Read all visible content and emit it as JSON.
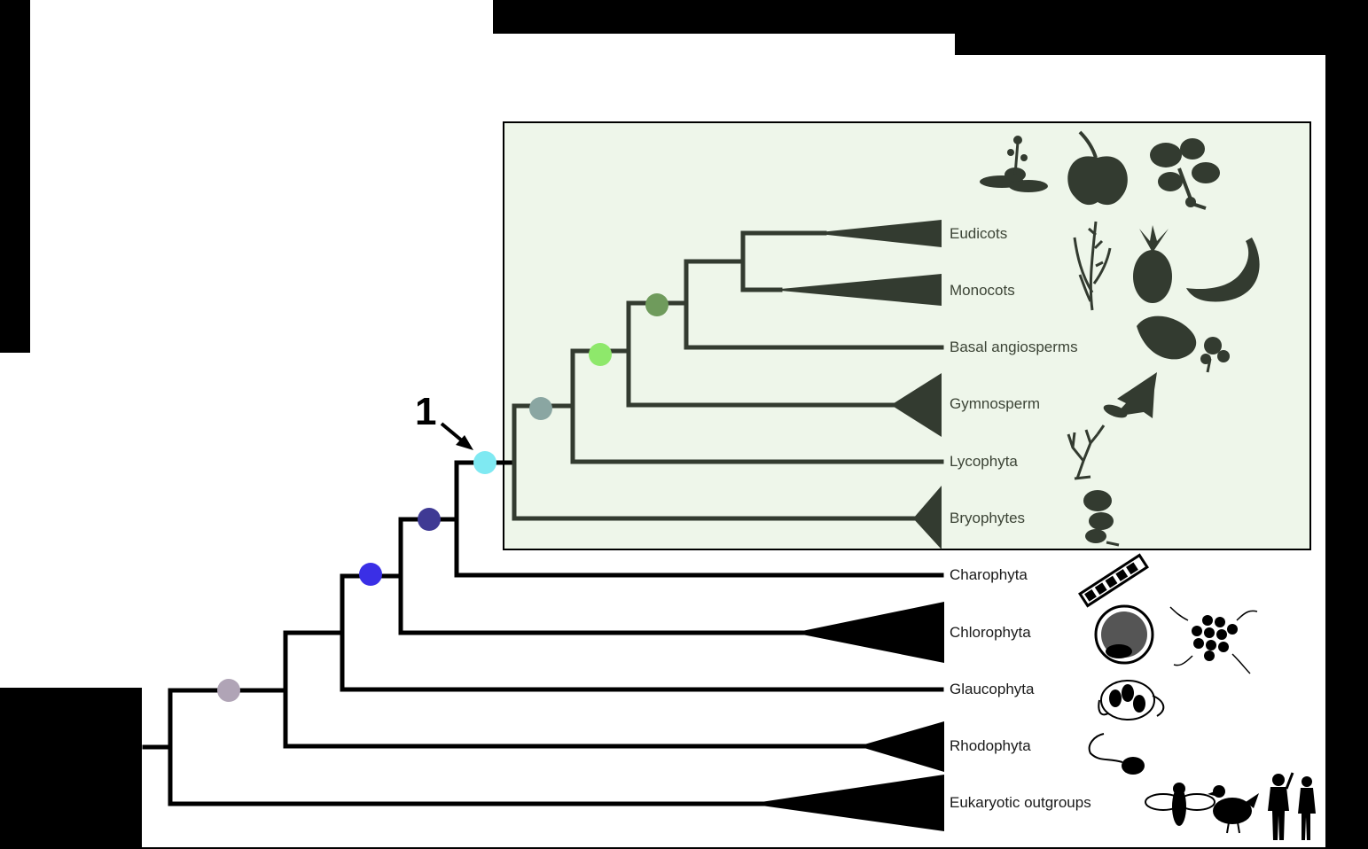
{
  "marker_label": "1",
  "taxa": [
    {
      "id": "eudicots",
      "label": "Eudicots"
    },
    {
      "id": "monocots",
      "label": "Monocots"
    },
    {
      "id": "basal-angiosperms",
      "label": "Basal angiosperms"
    },
    {
      "id": "gymnosperm",
      "label": "Gymnosperm"
    },
    {
      "id": "lycophyta",
      "label": "Lycophyta"
    },
    {
      "id": "bryophytes",
      "label": "Bryophytes"
    },
    {
      "id": "charophyta",
      "label": "Charophyta"
    },
    {
      "id": "chlorophyta",
      "label": "Chlorophyta"
    },
    {
      "id": "glaucophyta",
      "label": "Glaucophyta"
    },
    {
      "id": "rhodophyta",
      "label": "Rhodophyta"
    },
    {
      "id": "eukaryotic-outgroups",
      "label": "Eukaryotic outgroups"
    }
  ],
  "colors": {
    "plant_box_fill": "#eef6ea",
    "plant_branch": "#333b30",
    "algae_branch": "#000000",
    "node_viridiplantae": "#3a2fe6",
    "node_streptophyta": "#3f3a94",
    "node_embryophyta": "#7fe9f2",
    "node_tracheophyta": "#8aa6a2",
    "node_spermatophyta": "#8ee86b",
    "node_angiosperms": "#6f9b5c",
    "node_archaeplastida": "#b0a4b6"
  },
  "icons": [
    "arabidopsis-icon",
    "apple-icon",
    "strawberry-icon",
    "grass-icon",
    "pineapple-icon",
    "banana-icon",
    "water-lily-icon",
    "conifer-icon",
    "lycophyte-icon",
    "moss-icon",
    "filament-alga-icon",
    "colony-alga-icon",
    "volvox-icon",
    "glaucophyte-cell-icon",
    "red-alga-cell-icon",
    "fly-icon",
    "chicken-icon",
    "human-icon"
  ]
}
